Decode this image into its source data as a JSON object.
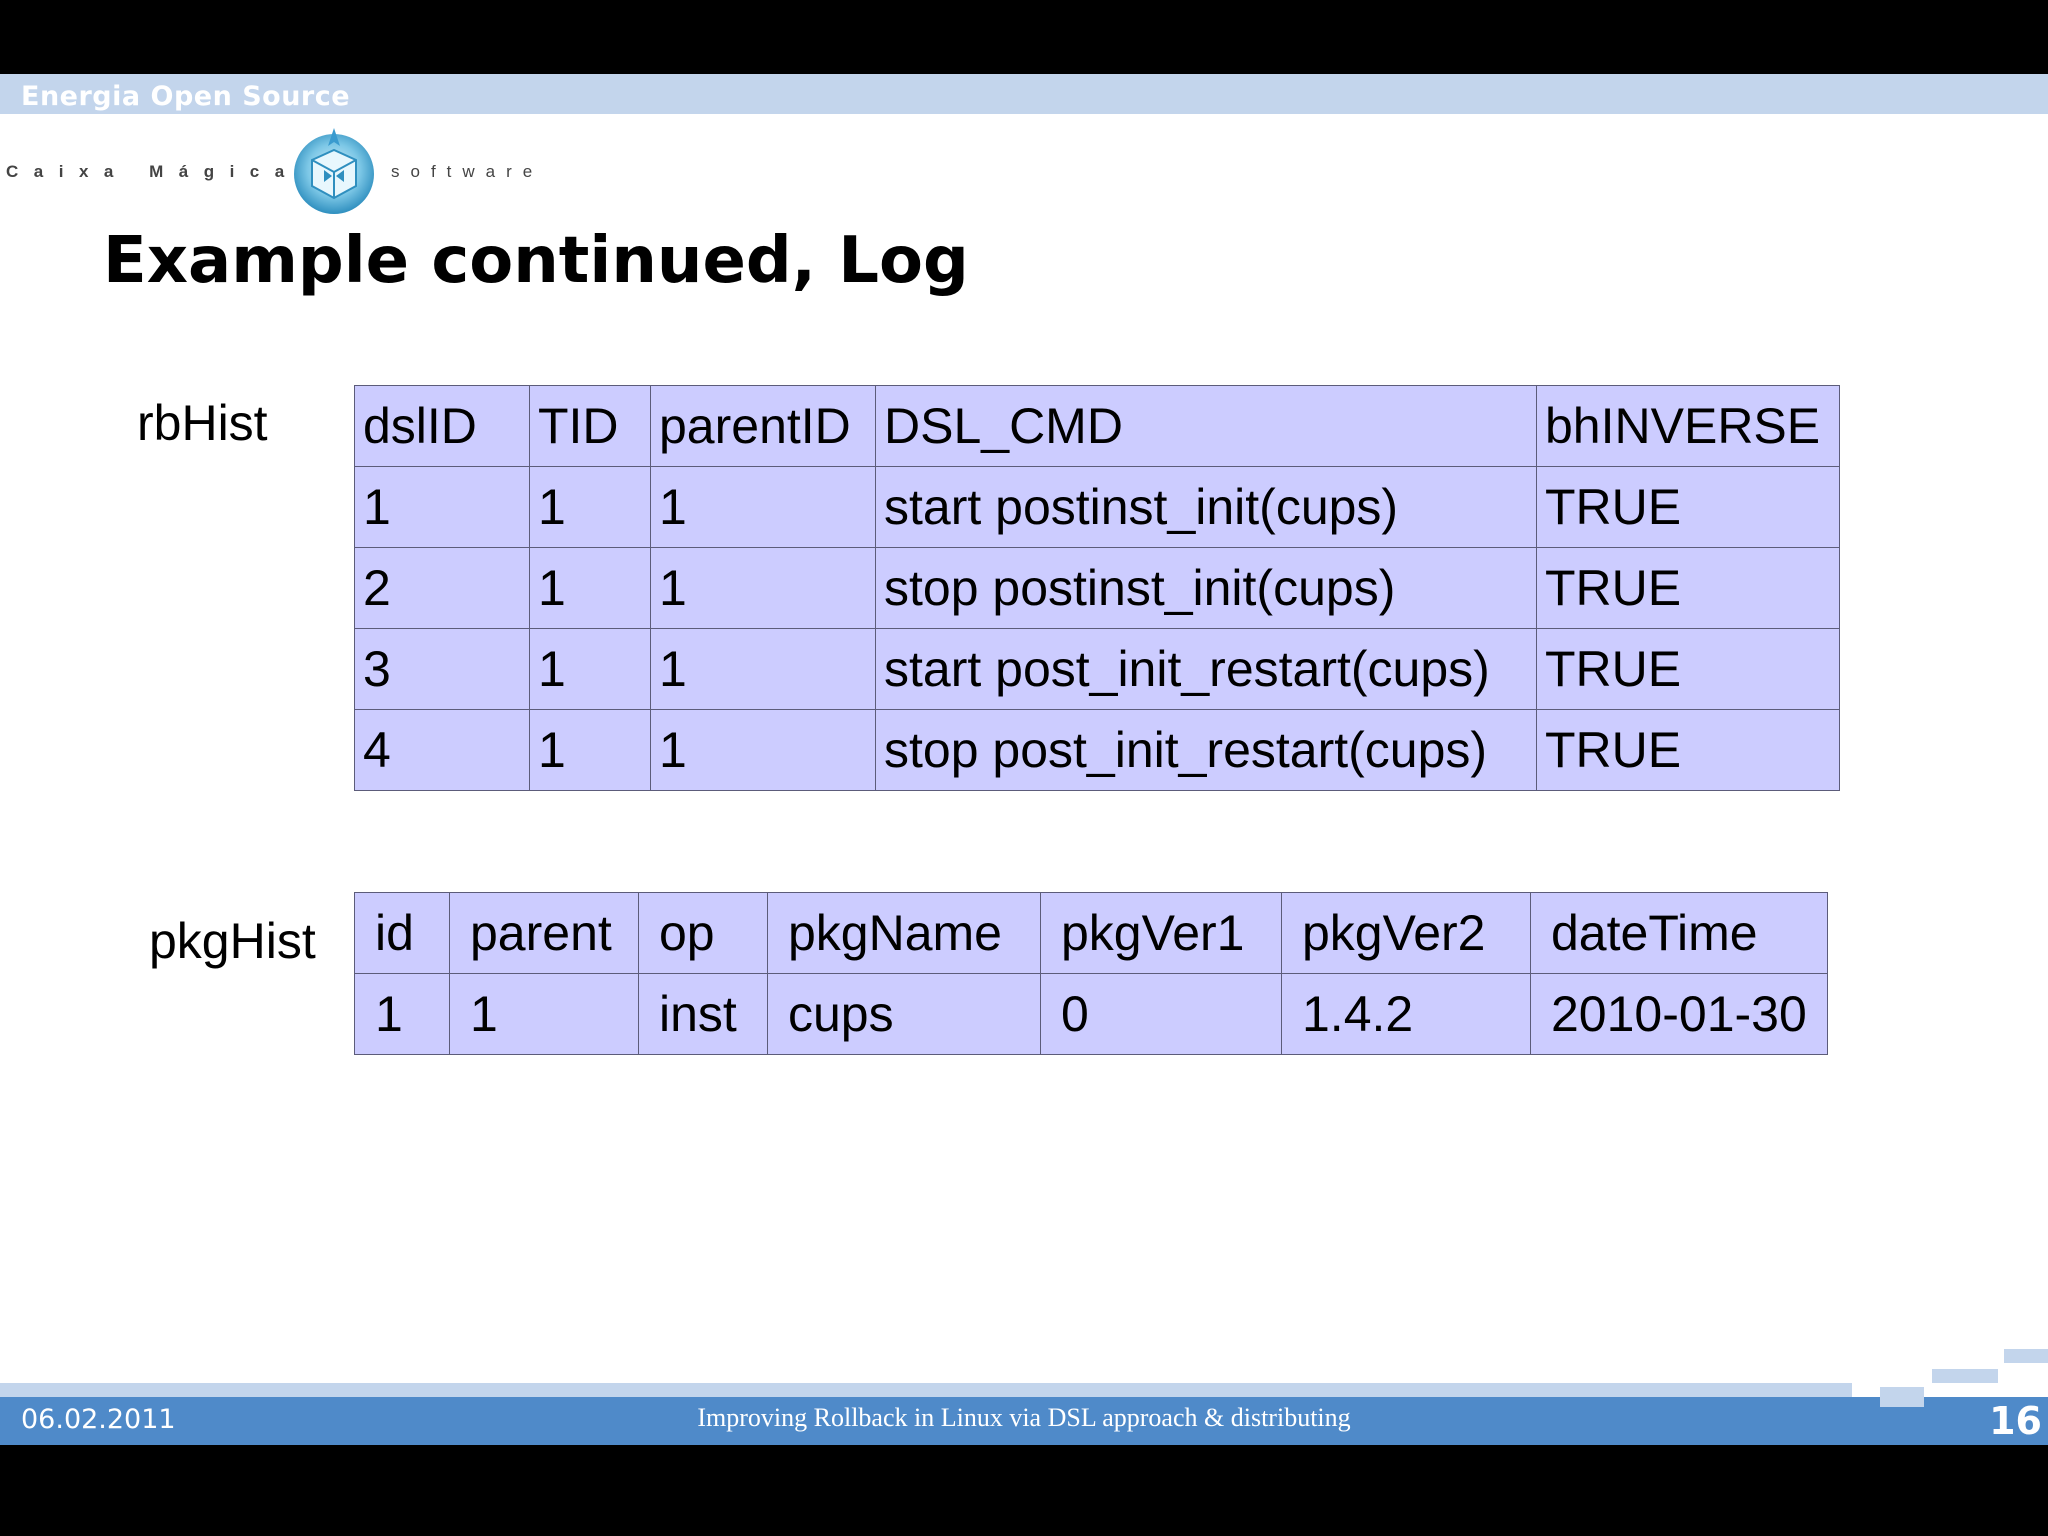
{
  "header": {
    "bar_text": "Energia Open Source",
    "logo_left": "Caixa Mágica",
    "logo_right": "software"
  },
  "title": "Example continued, Log",
  "rbHist": {
    "label": "rbHist",
    "columns": [
      "dslID",
      "TID",
      "parentID",
      "DSL_CMD",
      "bhINVERSE"
    ],
    "rows": [
      [
        "1",
        "1",
        "1",
        "start postinst_init(cups)",
        "TRUE"
      ],
      [
        "2",
        "1",
        "1",
        "stop postinst_init(cups)",
        "TRUE"
      ],
      [
        "3",
        "1",
        "1",
        "start post_init_restart(cups)",
        "TRUE"
      ],
      [
        "4",
        "1",
        "1",
        "stop post_init_restart(cups)",
        "TRUE"
      ]
    ]
  },
  "pkgHist": {
    "label": "pkgHist",
    "columns": [
      "id",
      "parent",
      "op",
      "pkgName",
      "pkgVer1",
      "pkgVer2",
      "dateTime"
    ],
    "rows": [
      [
        "1",
        "1",
        "inst",
        "cups",
        "0",
        "1.4.2",
        "2010-01-30"
      ]
    ]
  },
  "footer": {
    "date": "06.02.2011",
    "center": "Improving Rollback in Linux via DSL approach & distributing",
    "page": "16"
  },
  "colors": {
    "top_bar": "#c3d5ec",
    "footer_dark": "#4f8ac9",
    "table_fill": "#ccccff"
  }
}
